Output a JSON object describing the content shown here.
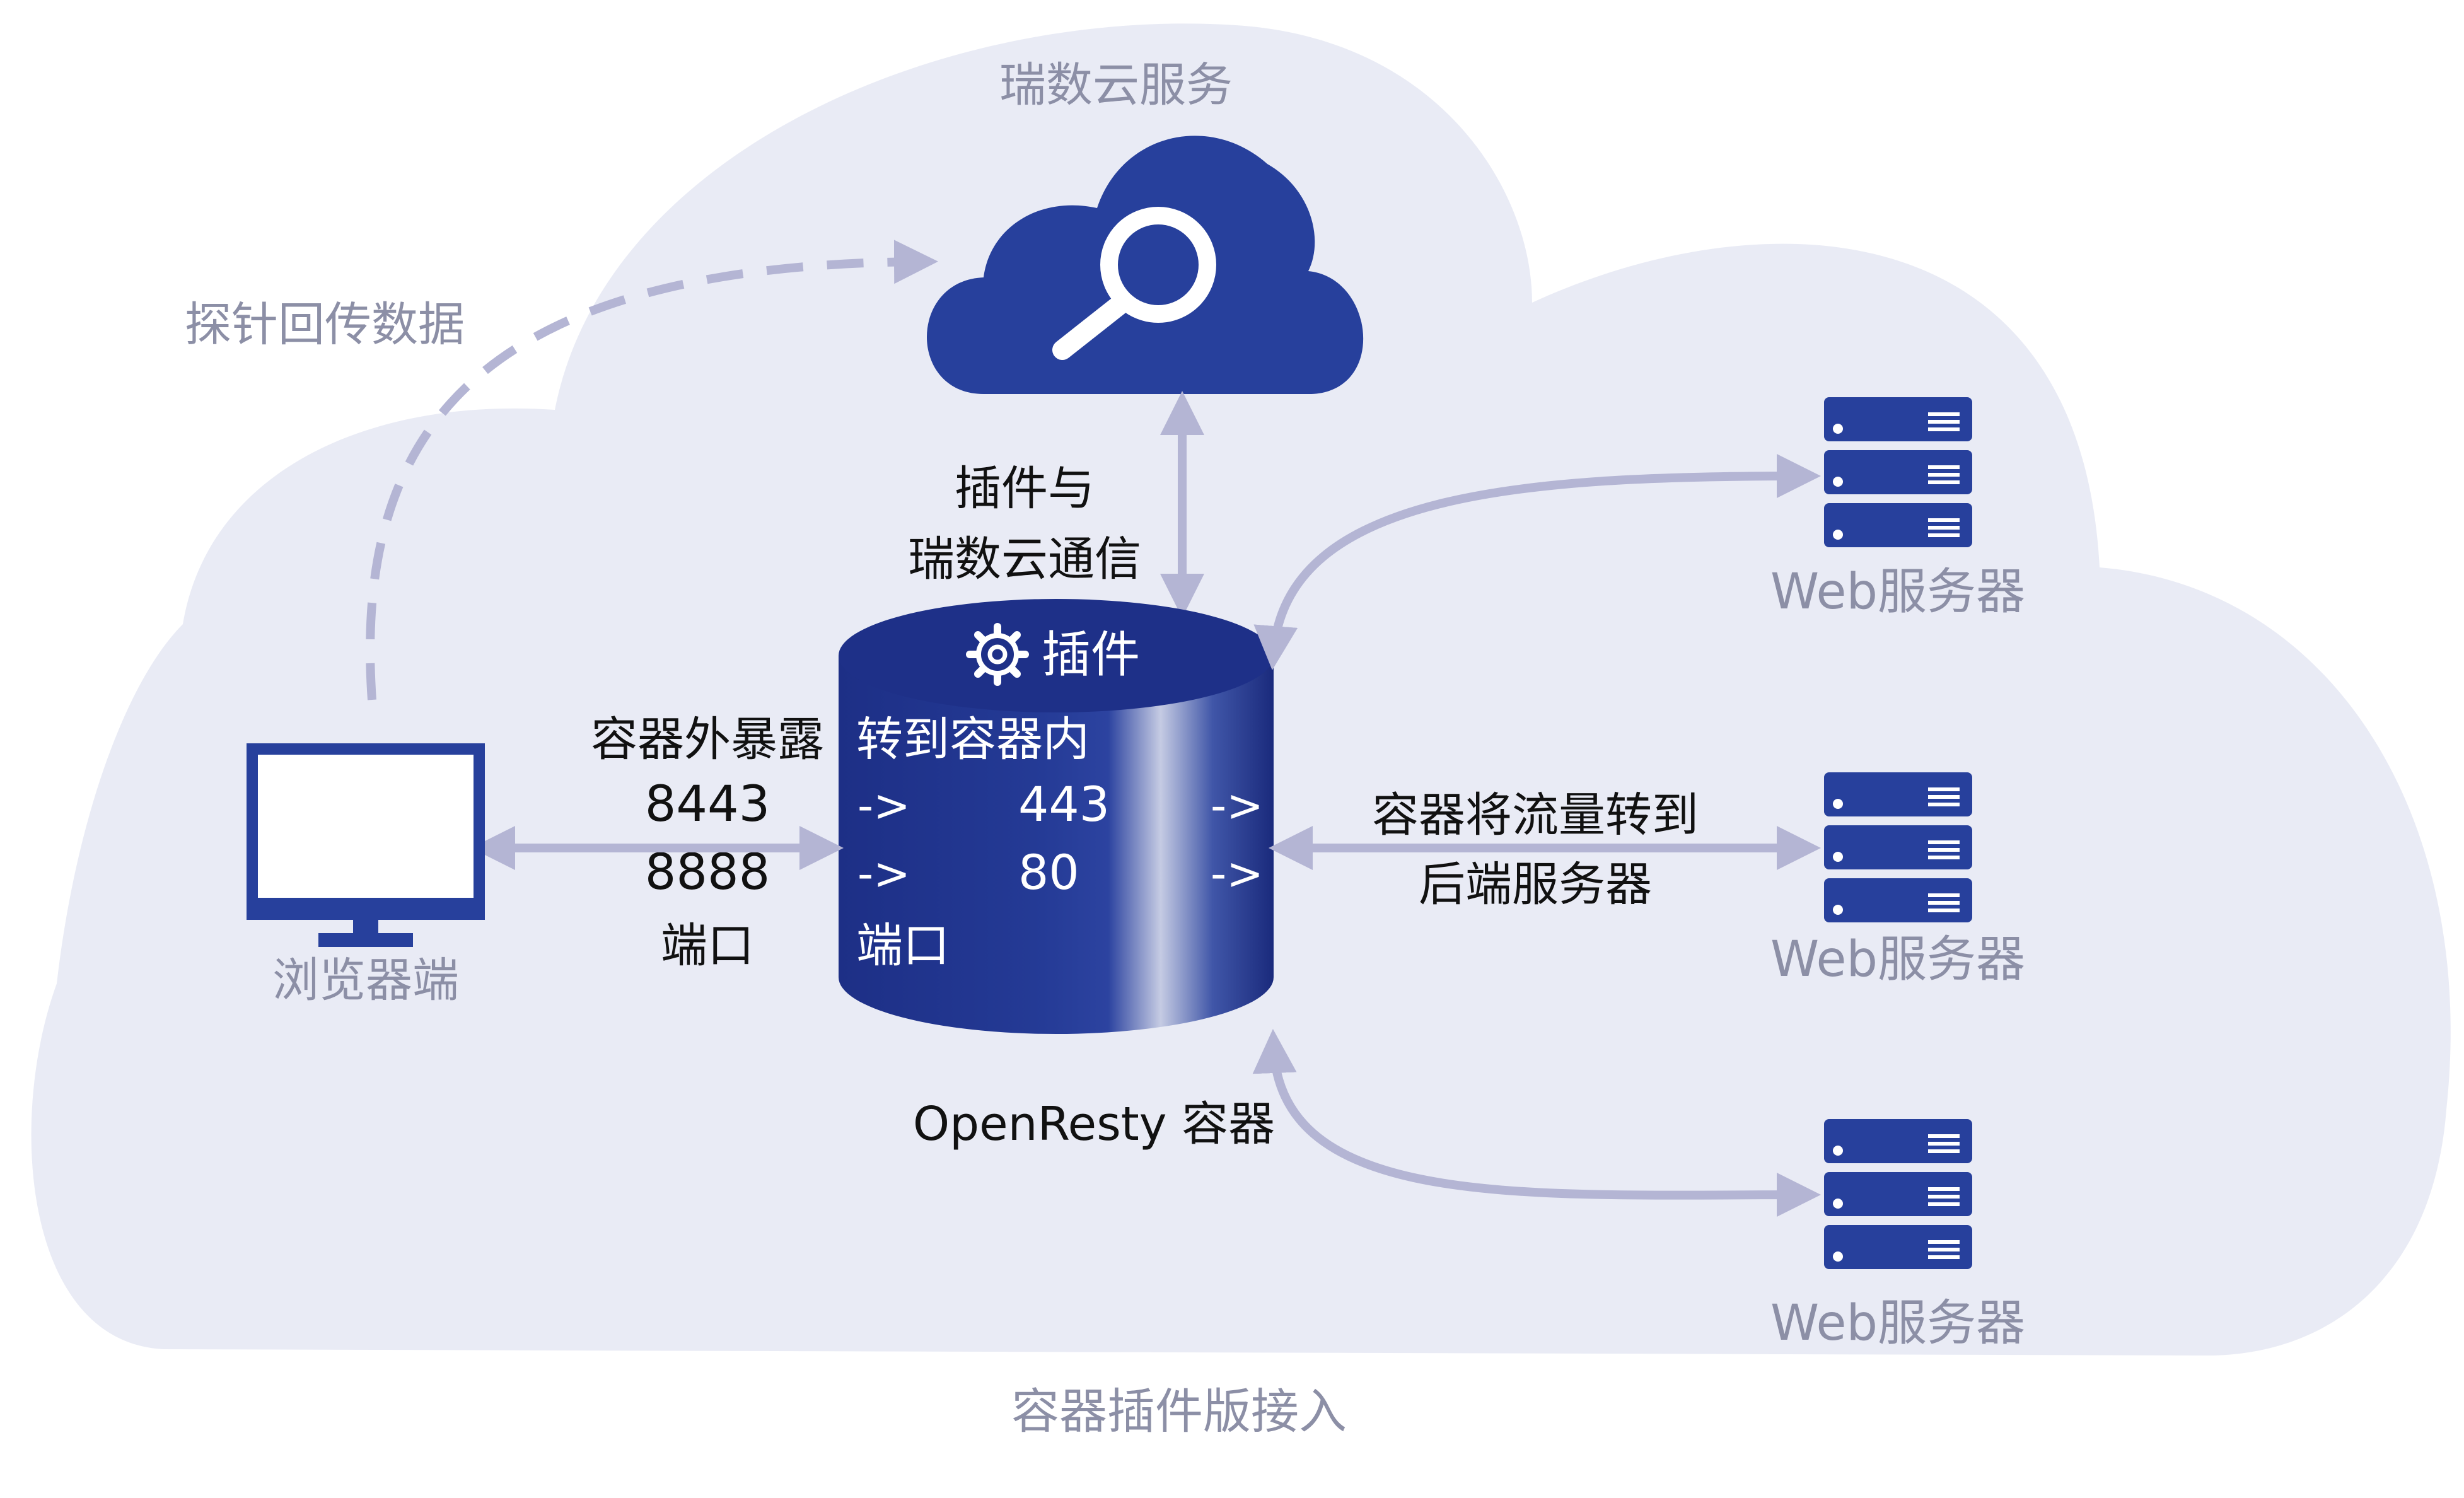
{
  "diagram": {
    "cloud_service_label": "瑞数云服务",
    "probe_label": "探针回传数据",
    "plugin_comm_label": [
      "插件与",
      "瑞数云通信"
    ],
    "plugin_label": "插件",
    "exposed_ports": [
      "容器外暴露",
      "8443",
      "8888",
      "端口"
    ],
    "internal_ports": {
      "header": "转到容器内",
      "rows": [
        {
          "arrow_in": "->",
          "port": "443",
          "arrow_out": "->"
        },
        {
          "arrow_in": "->",
          "port": "80",
          "arrow_out": "->"
        }
      ],
      "footer": "端口"
    },
    "container_label": "OpenResty 容器",
    "forward_label": [
      "容器将流量转到",
      "后端服务器"
    ],
    "browser_label": "浏览器端",
    "web_servers": [
      "Web服务器",
      "Web服务器",
      "Web服务器"
    ],
    "caption": "容器插件版接入",
    "icons": [
      "cloud-search-icon",
      "gear-icon",
      "monitor-icon",
      "server-icon"
    ],
    "colors": {
      "cloud_bg": "#e9ebf5",
      "accent": "#27409c",
      "arrow": "#b4b5d4",
      "gray_text": "#8c8fa6",
      "text": "#111111"
    }
  }
}
